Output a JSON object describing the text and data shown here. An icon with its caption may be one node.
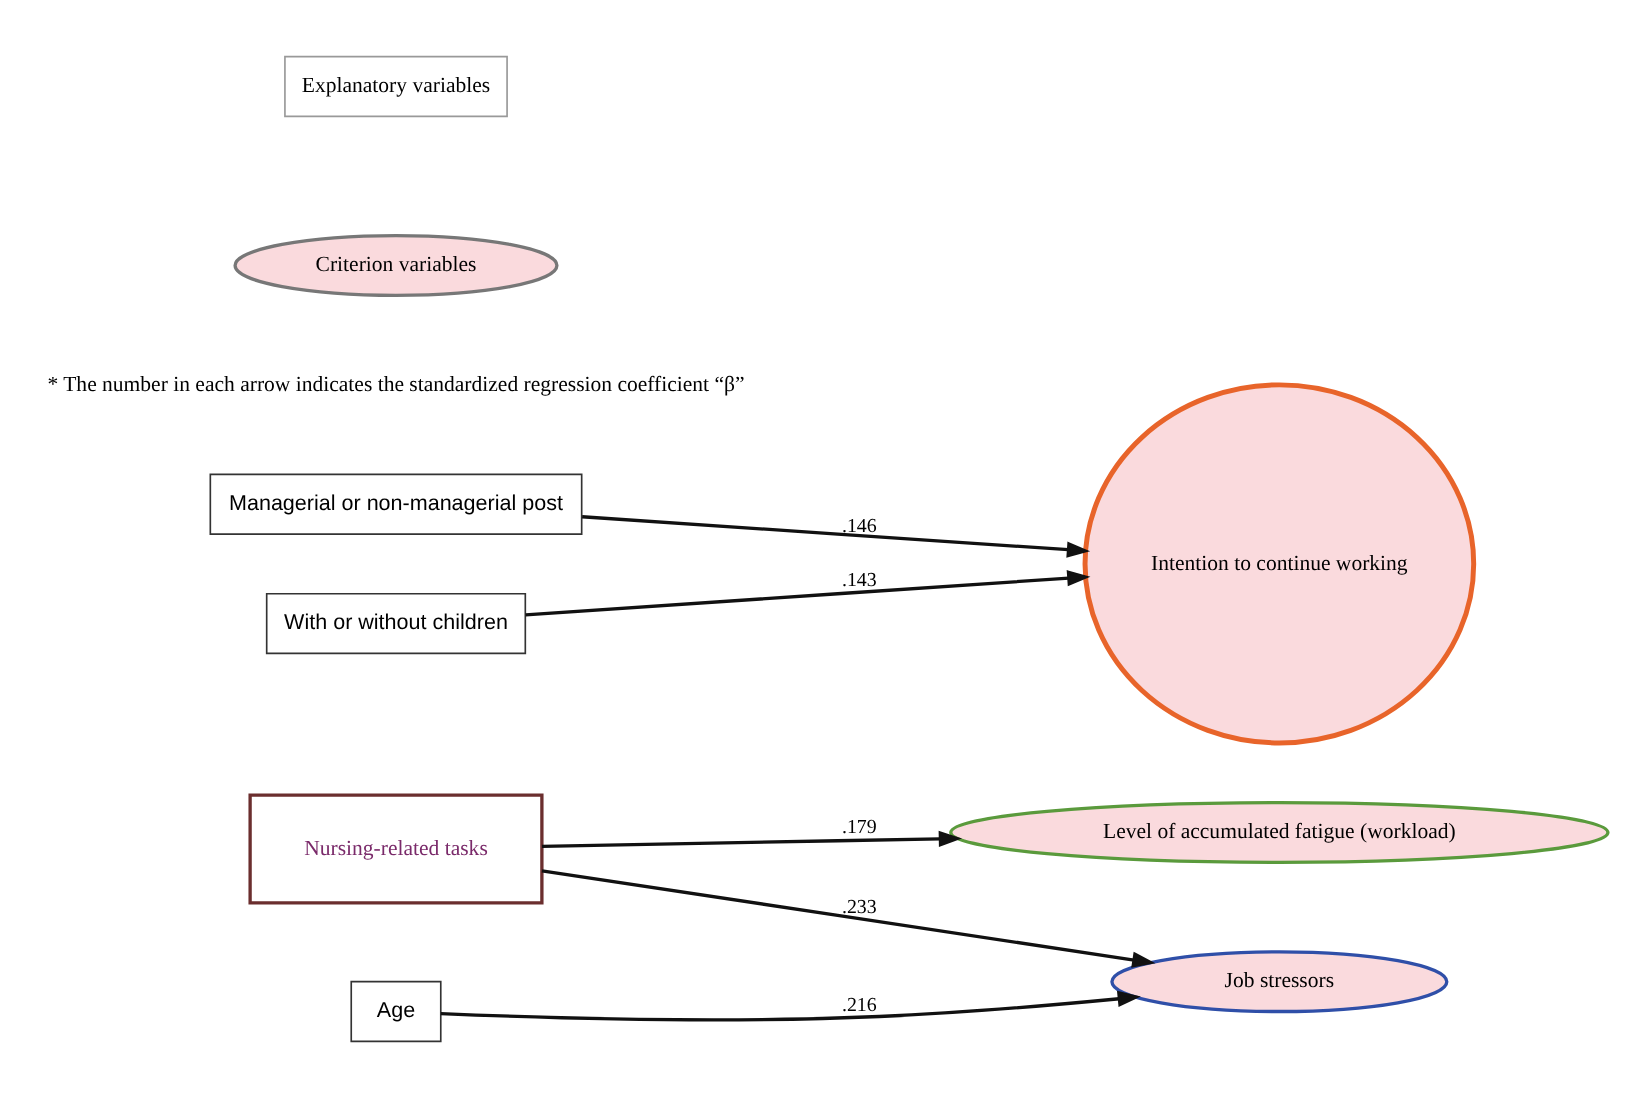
{
  "diagram": {
    "nodes": [
      {
        "text": [
          "Level of accumulated fatigue (workload)"
        ]
      },
      {
        "text": [
          "Job stressors"
        ]
      },
      {
        "text": [
          "Intention to continue working"
        ]
      },
      {
        "text": [
          "Nursing-related tasks"
        ]
      },
      {
        "text": [
          "Age"
        ]
      },
      {
        "text": [
          "Managerial or non-managerial post"
        ]
      },
      {
        "text": [
          "With or without children"
        ]
      }
    ],
    "edges": [
      {
        "from": 3,
        "to": 0,
        "arrow": "to",
        "label": ".179"
      },
      {
        "from": 3,
        "to": 1,
        "arrow": "to",
        "label": ".233"
      },
      {
        "from": 4,
        "to": 1,
        "arrow": "to",
        "label": ".216"
      },
      {
        "from": 5,
        "to": 2,
        "arrow": "to",
        "label": ".146"
      },
      {
        "from": 6,
        "to": 2,
        "arrow": "to",
        "label": ".143"
      }
    ],
    "labels": [
      "* The number in each arrow indicates the standardized regression coefficient “β”"
    ],
    "legend": [
      {
        "text": "Explanatory variables",
        "color": "#ffffff"
      },
      {
        "text": "Criterion variables",
        "color": "#fadadd"
      }
    ]
  }
}
